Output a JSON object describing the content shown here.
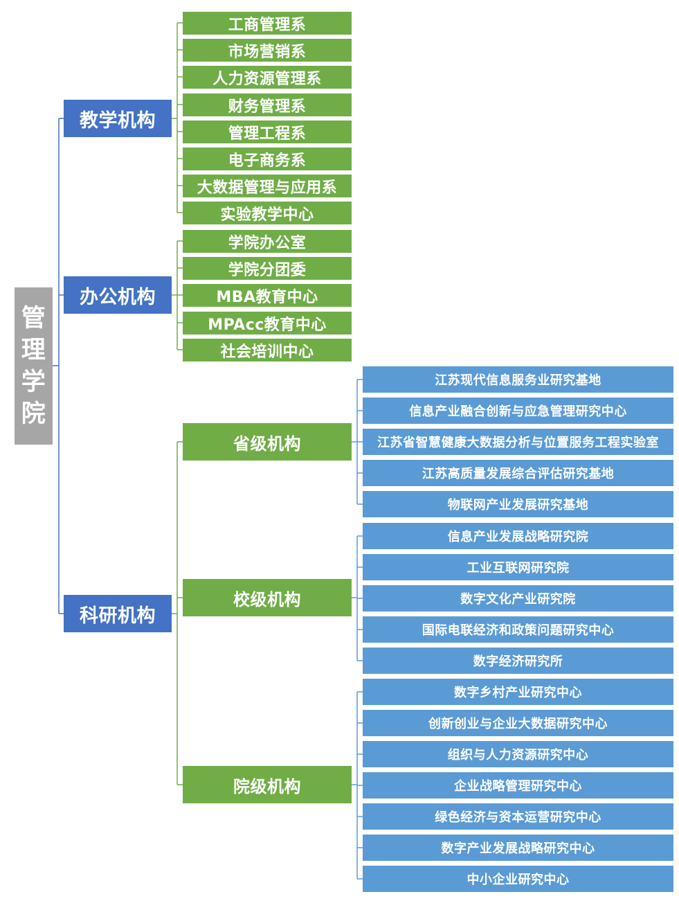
{
  "root": {
    "label": "管理学院",
    "chars": [
      "管",
      "理",
      "学",
      "院"
    ]
  },
  "teaching": {
    "label": "教学机构",
    "items": [
      "工商管理系",
      "市场营销系",
      "人力资源管理系",
      "财务管理系",
      "管理工程系",
      "电子商务系",
      "大数据管理与应用系",
      "实验教学中心"
    ]
  },
  "office": {
    "label": "办公机构",
    "items": [
      "学院办公室",
      "学院分团委",
      "MBA教育中心",
      "MPAcc教育中心",
      "社会培训中心"
    ]
  },
  "research": {
    "label": "科研机构",
    "provincial": {
      "label": "省级机构",
      "items": [
        "江苏现代信息服务业研究基地",
        "信息产业融合创新与应急管理研究中心",
        "江苏省智慧健康大数据分析与位置服务工程实验室",
        "江苏高质量发展综合评估研究基地",
        "物联网产业发展研究基地"
      ]
    },
    "university": {
      "label": "校级机构",
      "items": [
        "信息产业发展战略研究院",
        "工业互联网研究院",
        "数字文化产业研究院",
        "国际电联经济和政策问题研究中心",
        "数字经济研究所"
      ]
    },
    "college": {
      "label": "院级机构",
      "items": [
        "数字乡村产业研究中心",
        "创新创业与企业大数据研究中心",
        "组织与人力资源研究中心",
        "企业战略管理研究中心",
        "绿色经济与资本运营研究中心",
        "数字产业发展战略研究中心",
        "中小企业研究中心"
      ]
    }
  },
  "colors": {
    "root": "#a6a6a6",
    "level1": "#4472c4",
    "level2": "#70ad47",
    "level3": "#5b9bd5"
  }
}
